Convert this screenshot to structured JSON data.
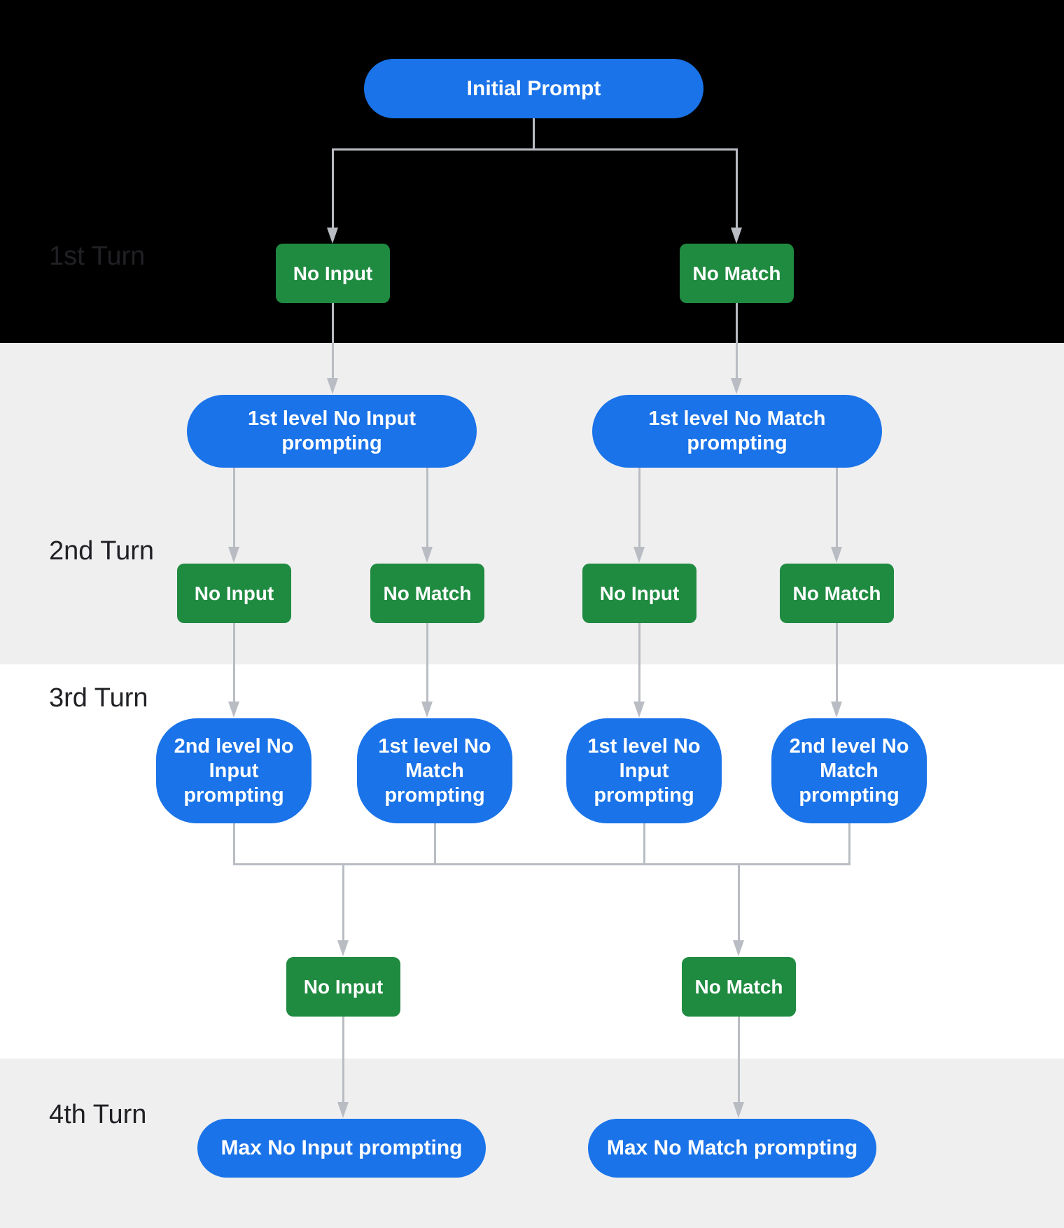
{
  "turn_labels": [
    {
      "label": "1st Turn"
    },
    {
      "label": "2nd Turn"
    },
    {
      "label": "3rd Turn"
    },
    {
      "label": "4th Turn"
    }
  ],
  "flowchart": {
    "root": {
      "label": "Initial Prompt"
    },
    "turn1_results": [
      {
        "label": "No Input"
      },
      {
        "label": "No Match"
      }
    ],
    "turn2_prompts": [
      {
        "label": "1st level No Input\nprompting"
      },
      {
        "label": "1st level No Match\nprompting"
      }
    ],
    "turn2_results": [
      {
        "label": "No Input"
      },
      {
        "label": "No Match"
      },
      {
        "label": "No Input"
      },
      {
        "label": "No Match"
      }
    ],
    "turn3_prompts": [
      {
        "label": "2nd level No\nInput\nprompting"
      },
      {
        "label": "1st level No\nMatch\nprompting"
      },
      {
        "label": "1st level No\nInput\nprompting"
      },
      {
        "label": "2nd level No\nMatch\nprompting"
      }
    ],
    "turn3_results": [
      {
        "label": "No Input"
      },
      {
        "label": "No Match"
      }
    ],
    "turn4_prompts": [
      {
        "label": "Max No Input prompting"
      },
      {
        "label": "Max No Match prompting"
      }
    ]
  },
  "colors": {
    "prompt_blue": "#1a73e8",
    "result_green": "#1f8b40",
    "connector_gray": "#b9bdc3",
    "band_dark": "#000000",
    "band_gray": "#efeff0",
    "band_white": "#ffffff",
    "label_text": "#202124"
  }
}
